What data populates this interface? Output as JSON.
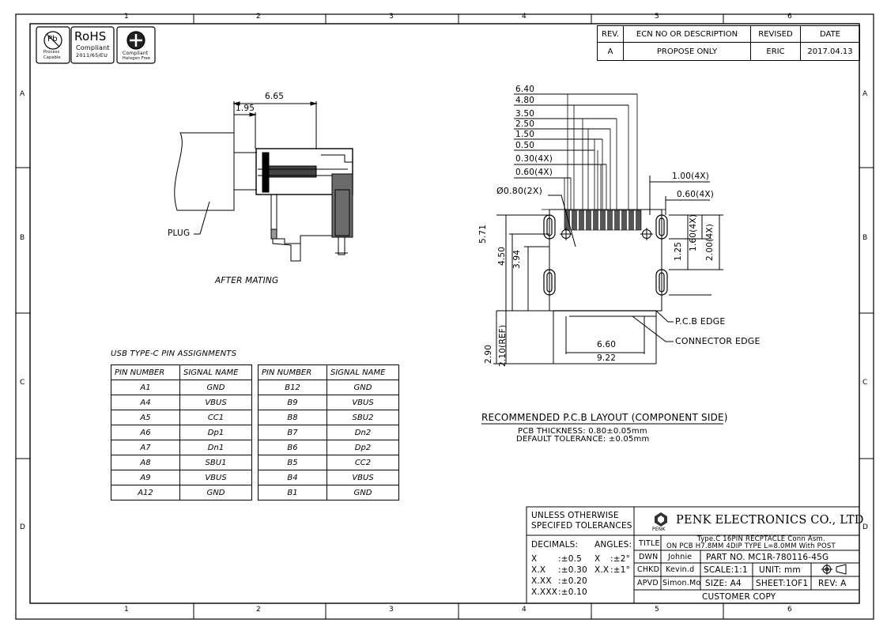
{
  "grid": {
    "columns": [
      "1",
      "2",
      "3",
      "4",
      "5",
      "6"
    ],
    "rows": [
      "A",
      "B",
      "C",
      "D"
    ]
  },
  "badges": {
    "pb_symbol": "Pb",
    "pb_caption_1": "Process",
    "pb_caption_2": "Capable",
    "rohs_title": "RoHS",
    "rohs_sub": "Compliant",
    "rohs_code": "2011/65/EU",
    "halogen_caption_1": "Compliant",
    "halogen_caption_2": "Halogen Free"
  },
  "revision_table": {
    "headers": [
      "REV.",
      "ECN NO OR DESCRIPTION",
      "REVISED",
      "DATE"
    ],
    "row": [
      "A",
      "PROPOSE ONLY",
      "ERIC",
      "2017.04.13"
    ]
  },
  "side_view": {
    "dim_overall": "6.65",
    "dim_offset": "1.95",
    "plug_label": "PLUG",
    "caption": "AFTER MATING"
  },
  "pcb_layout": {
    "top_dims": [
      "6.40",
      "4.80",
      "3.50",
      "2.50",
      "1.50",
      "0.50",
      "0.30(4X)",
      "0.60(4X)"
    ],
    "hole_dim": "Ø0.80(2X)",
    "right_dims_top": [
      "1.00(4X)",
      "0.60(4X)"
    ],
    "left_dims": [
      "5.71",
      "4.50",
      "3.94"
    ],
    "right_vert_dims": [
      "1.25",
      "1.60(4X)",
      "2.00(4X)"
    ],
    "bottom_left_dims": [
      "2.90",
      "2.10(REF)"
    ],
    "bottom_dims": [
      "6.60",
      "9.22"
    ],
    "pcb_edge_label": "P.C.B EDGE",
    "connector_edge_label": "CONNECTOR EDGE",
    "title": "RECOMMENDED P.C.B LAYOUT (COMPONENT SIDE)",
    "note_1": "PCB THICKNESS: 0.80±0.05mm",
    "note_2": "DEFAULT TOLERANCE: ±0.05mm"
  },
  "pin_assignments": {
    "title": "USB TYPE-C PIN ASSIGNMENTS",
    "headers": [
      "PIN NUMBER",
      "SIGNAL NAME"
    ],
    "left": [
      [
        "A1",
        "GND"
      ],
      [
        "A4",
        "VBUS"
      ],
      [
        "A5",
        "CC1"
      ],
      [
        "A6",
        "Dp1"
      ],
      [
        "A7",
        "Dn1"
      ],
      [
        "A8",
        "SBU1"
      ],
      [
        "A9",
        "VBUS"
      ],
      [
        "A12",
        "GND"
      ]
    ],
    "right": [
      [
        "B12",
        "GND"
      ],
      [
        "B9",
        "VBUS"
      ],
      [
        "B8",
        "SBU2"
      ],
      [
        "B7",
        "Dn2"
      ],
      [
        "B6",
        "Dp2"
      ],
      [
        "B5",
        "CC2"
      ],
      [
        "B4",
        "VBUS"
      ],
      [
        "B1",
        "GND"
      ]
    ]
  },
  "title_block": {
    "tolerance_header_1": "UNLESS OTHERWISE",
    "tolerance_header_2": "SPECIFED TOLERANCES",
    "decimals_label": "DECIMALS:",
    "angles_label": "ANGLES:",
    "dec_rows": [
      [
        "X",
        ":±0.5"
      ],
      [
        "X.X",
        ":±0.30"
      ],
      [
        "X.XX",
        ":±0.20"
      ],
      [
        "X.XXX",
        ":±0.10"
      ]
    ],
    "angle_rows": [
      [
        "X",
        ":±2°"
      ],
      [
        "X.X",
        ":±1°"
      ]
    ],
    "logo_text": "PENK",
    "company": "PENK ELECTRONICS CO., LTD",
    "title_label": "TITLE",
    "title_line_1": "Type.C 16PIN RECPTACLE Conn Asm.",
    "title_line_2": "ON PCB H7.8MM 4DIP TYPE L=8.0MM With POST",
    "dwn_label": "DWN",
    "dwn_name": "Johnie",
    "part_no": "PART NO. MC1R-780116-45G",
    "chkd_label": "CHKD",
    "chkd_name": "Kevin.d",
    "scale": "SCALE:1:1",
    "unit": "UNIT: mm",
    "apvd_label": "APVD",
    "apvd_name": "Simon.Mo",
    "size": "SIZE: A4",
    "sheet": "SHEET:1OF1",
    "rev": "REV: A",
    "footer": "CUSTOMER COPY"
  }
}
